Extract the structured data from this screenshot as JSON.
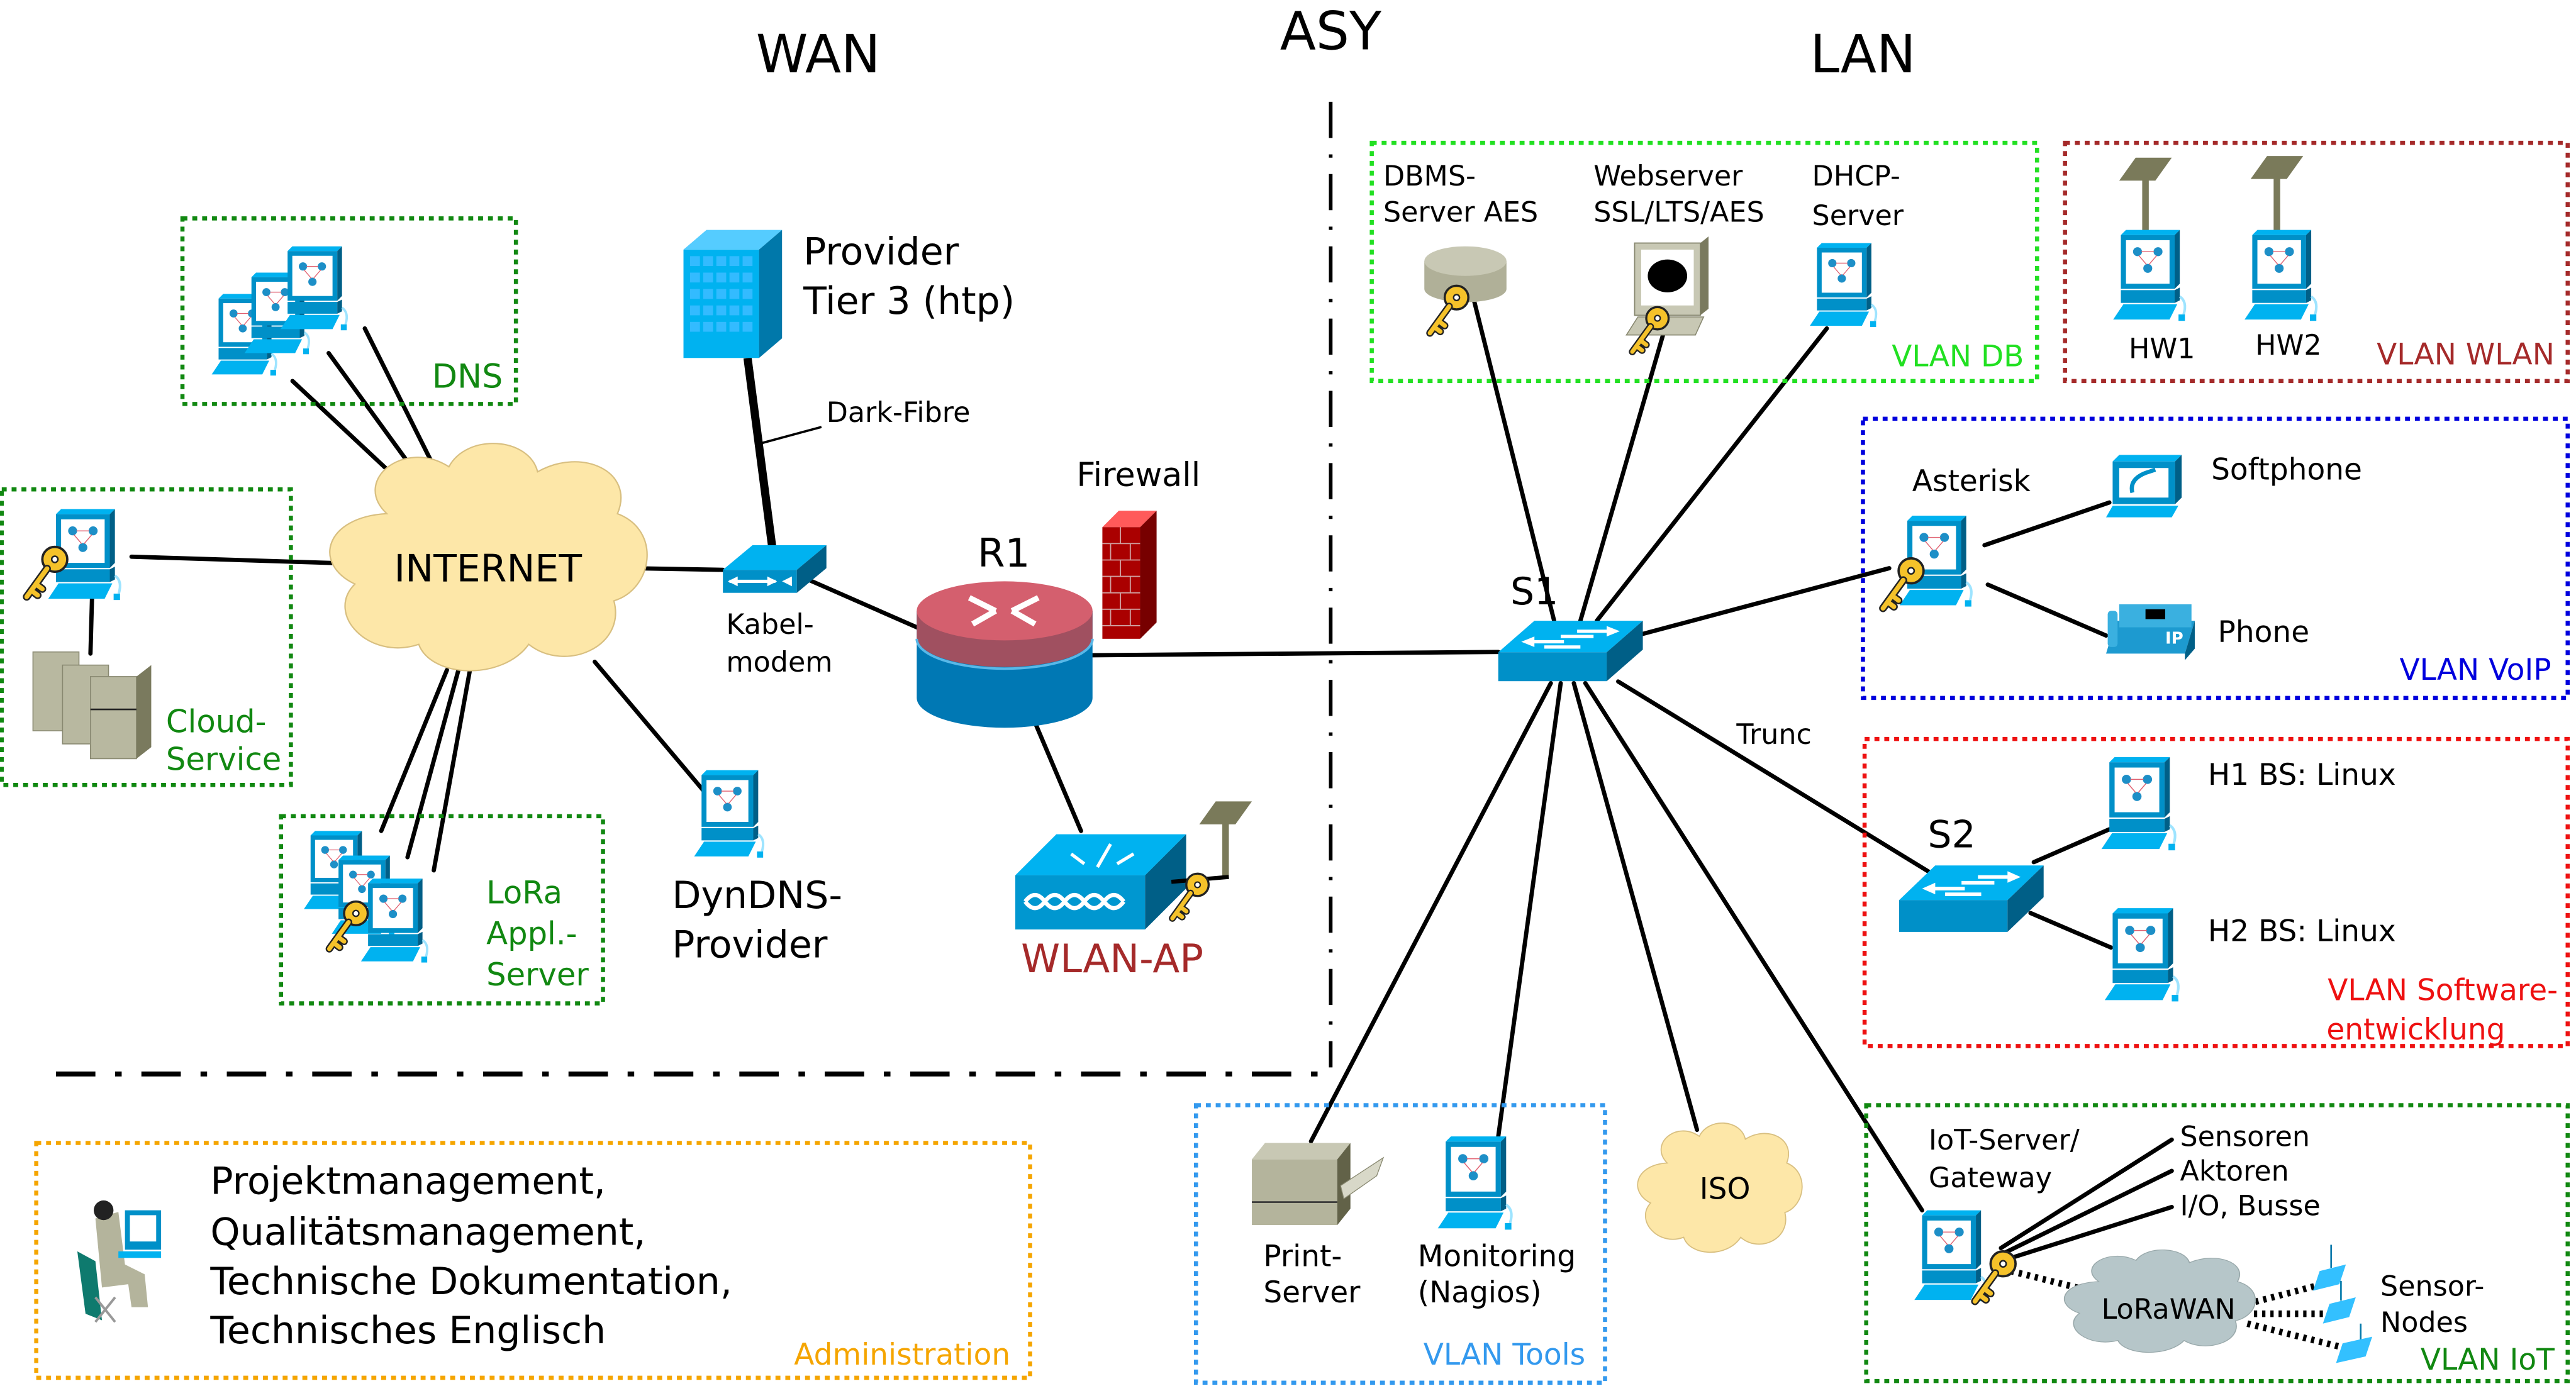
{
  "zones": {
    "wan": "WAN",
    "asy": "ASY",
    "lan": "LAN"
  },
  "wan": {
    "dns_label": "DNS",
    "internet_label": "INTERNET",
    "cloud_service_label": [
      "Cloud-",
      "Service"
    ],
    "lora_label": [
      "LoRa",
      "Appl.-",
      "Server"
    ],
    "provider_label": [
      "Provider",
      "Tier 3 (htp)"
    ],
    "dark_fibre_label": "Dark-Fibre",
    "kabelmodem_label": [
      "Kabel-",
      "modem"
    ],
    "dyndns_label": [
      "DynDNS-",
      "Provider"
    ],
    "router_label": "R1",
    "firewall_label": "Firewall",
    "wlan_ap_label": "WLAN-AP"
  },
  "lan": {
    "switch1_label": "S1",
    "switch2_label": "S2",
    "trunk_label": "Trunc",
    "iso_label": "ISO",
    "vlan_db": {
      "title": "VLAN DB",
      "dbms_label": [
        "DBMS-",
        "Server AES"
      ],
      "webserver_label": [
        "Webserver",
        "SSL/LTS/AES"
      ],
      "dhcp_label": [
        "DHCP-",
        "Server"
      ]
    },
    "vlan_wlan": {
      "title": "VLAN WLAN",
      "hosts": [
        "HW1",
        "HW2"
      ]
    },
    "vlan_voip": {
      "title": "VLAN VoIP",
      "asterisk_label": "Asterisk",
      "softphone_label": "Softphone",
      "phone_label": "Phone",
      "phone_badge": "IP"
    },
    "vlan_software": {
      "title": [
        "VLAN Software-",
        "entwicklung"
      ],
      "h1_label": "H1 BS: Linux",
      "h2_label": "H2 BS: Linux"
    },
    "vlan_tools": {
      "title": "VLAN Tools",
      "print_label": [
        "Print-",
        "Server"
      ],
      "monitoring_label": [
        "Monitoring",
        "(Nagios)"
      ]
    },
    "vlan_iot": {
      "title": "VLAN IoT",
      "gateway_label": [
        "IoT-Server/",
        "Gateway"
      ],
      "peripherals": [
        "Sensoren",
        "Aktoren",
        "I/O, Busse"
      ],
      "lorawan_label": "LoRaWAN",
      "sensor_nodes_label": [
        "Sensor-",
        "Nodes"
      ]
    }
  },
  "administration": {
    "title": "Administration",
    "items": [
      "Projektmanagement,",
      "Qualitätsmanagement,",
      "Technische Dokumentation,",
      "Technisches Englisch"
    ]
  },
  "colors": {
    "device_blue": "#00b2f0",
    "device_blue_dark": "#0090c8",
    "device_blue_side": "#005f87",
    "cloud_fill": "#fde7a8",
    "lorawan_fill": "#b6c6c9",
    "vlan_db": "#22e022",
    "vlan_wlan": "#a52a2a",
    "vlan_voip": "#0000dd",
    "vlan_software": "#ee1111",
    "vlan_tools": "#3399ee",
    "vlan_iot": "#118811",
    "wan_group": "#118811",
    "administration": "#f5a500",
    "wlan_ap_text": "#a52a2a",
    "key": "#f5c22a",
    "firewall": "#a00000",
    "router_top": "#d45f6e"
  }
}
